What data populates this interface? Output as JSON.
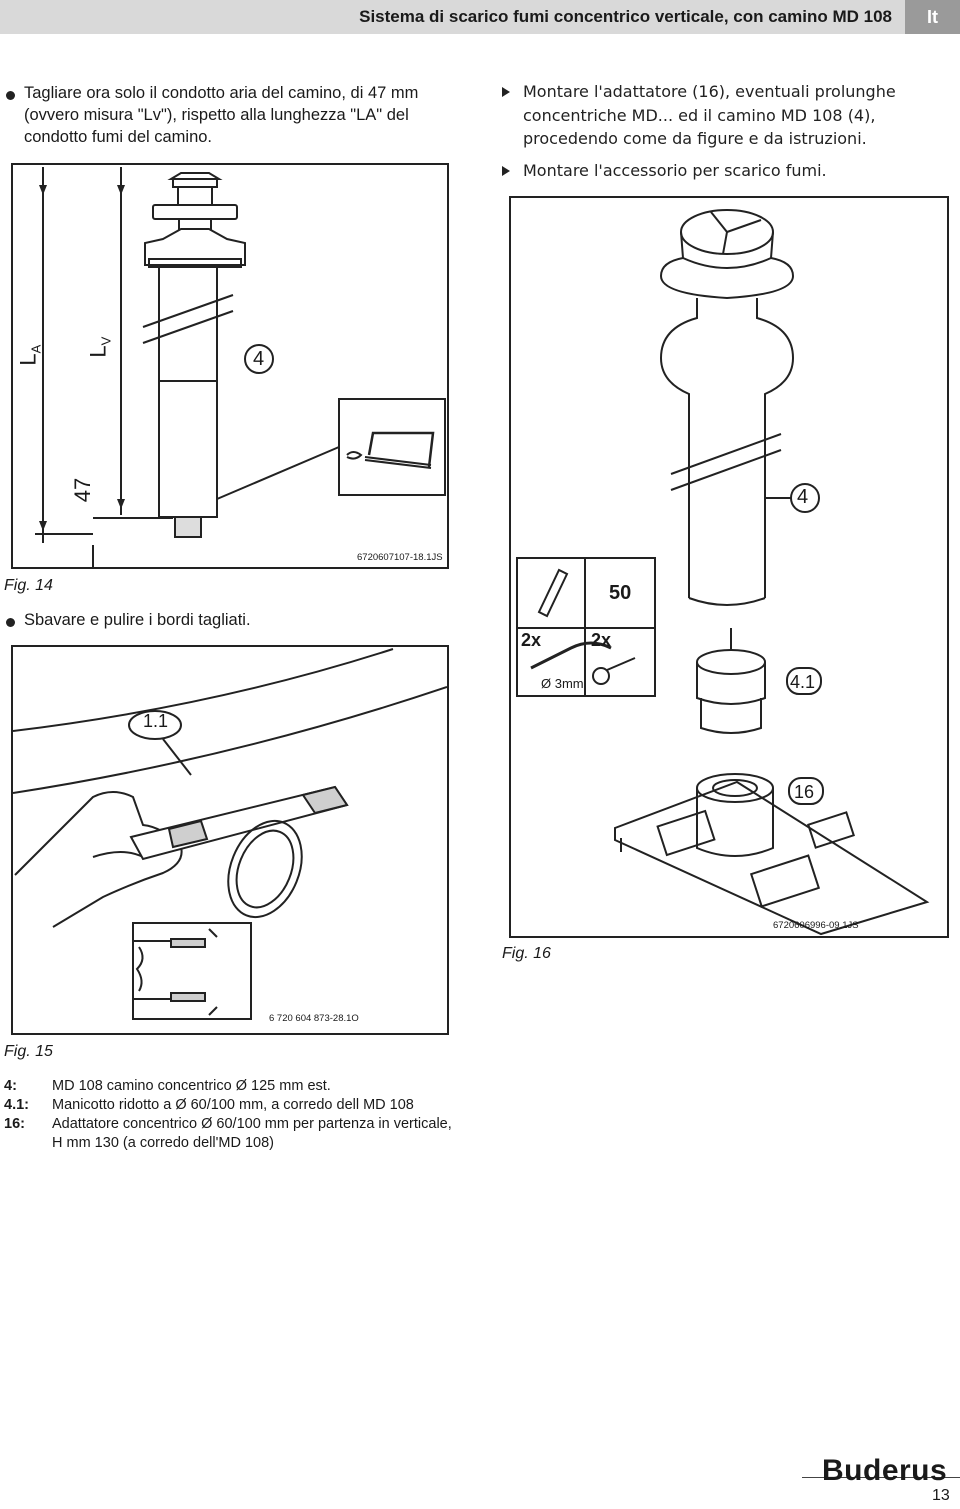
{
  "header": {
    "title": "Sistema di scarico fumi concentrico verticale, con camino MD 108",
    "lang": "It"
  },
  "intro": {
    "bullet1": [
      "Tagliare ora solo il condotto aria del camino, di 47 mm",
      "(ovvero misura \"Lv\"), rispetto alla lunghezza \"LA\" del",
      "condotto fumi del camino."
    ],
    "step1": [
      "Montare l'adattatore (16), eventuali prolunghe",
      "concentriche MD... ed il camino MD 108 (4),",
      "procedendo come da figure e da istruzioni."
    ],
    "step2": "Montare l'accessorio per scarico fumi."
  },
  "fig14": {
    "label_la": "L",
    "label_la_sub": "A",
    "label_lv": "L",
    "label_lv_sub": "V",
    "callout": "4",
    "dim": "47",
    "code": "6720607107-18.1JS",
    "caption": "Fig. 14"
  },
  "bullet2": "Sbavare e pulire i bordi tagliati.",
  "fig15": {
    "callout": "1.1",
    "code": "6 720 604 873-28.1O",
    "caption": "Fig. 15"
  },
  "fig16": {
    "callout_4": "4",
    "callout_41": "4.1",
    "callout_16": "16",
    "qty_left": "2x",
    "qty_right": "2x",
    "drill": "Ø 3mm",
    "depth": "50",
    "code": "6720606996-09.1JS",
    "caption": "Fig. 16"
  },
  "legend": [
    {
      "key": "4:",
      "text": "MD 108 camino concentrico Ø 125 mm est."
    },
    {
      "key": "4.1:",
      "text": "Manicotto ridotto a Ø 60/100 mm, a corredo dell MD 108"
    },
    {
      "key": "16:",
      "text": "Adattatore concentrico Ø 60/100 mm per partenza in verticale,"
    },
    {
      "key": "",
      "text": "H mm 130 (a corredo dell'MD 108)"
    }
  ],
  "footer": {
    "brand": "Buderus",
    "page": "13"
  }
}
